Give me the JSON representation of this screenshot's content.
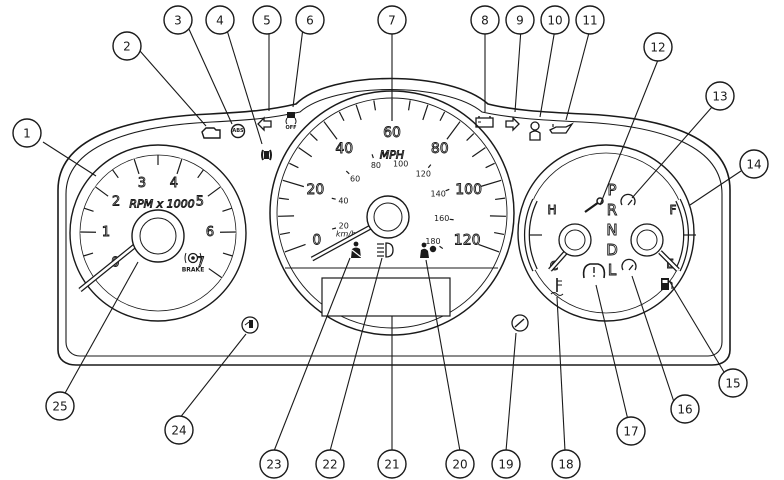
{
  "tachometer": {
    "title": "RPM x 1000",
    "ticks": [
      "0",
      "1",
      "2",
      "3",
      "4",
      "5",
      "6",
      "7"
    ],
    "brake_label": "BRAKE"
  },
  "speedometer": {
    "unit_mph": "MPH",
    "mph_ticks": [
      "0",
      "20",
      "40",
      "60",
      "80",
      "100",
      "120"
    ],
    "kmh_ticks": [
      "20",
      "40",
      "60",
      "80",
      "100",
      "120",
      "140",
      "160",
      "180"
    ],
    "unit_kmh": "km/h"
  },
  "temp_gauge": {
    "high": "H",
    "low": "C"
  },
  "fuel_gauge": {
    "full": "F",
    "empty": "E"
  },
  "gear_indicator": [
    "P",
    "R",
    "N",
    "D",
    "L"
  ],
  "abs_label": "ABS",
  "off_label": "OFF",
  "callouts": [
    "1",
    "2",
    "3",
    "4",
    "5",
    "6",
    "7",
    "8",
    "9",
    "10",
    "11",
    "12",
    "13",
    "14",
    "15",
    "16",
    "17",
    "18",
    "19",
    "20",
    "21",
    "22",
    "23",
    "24",
    "25"
  ]
}
